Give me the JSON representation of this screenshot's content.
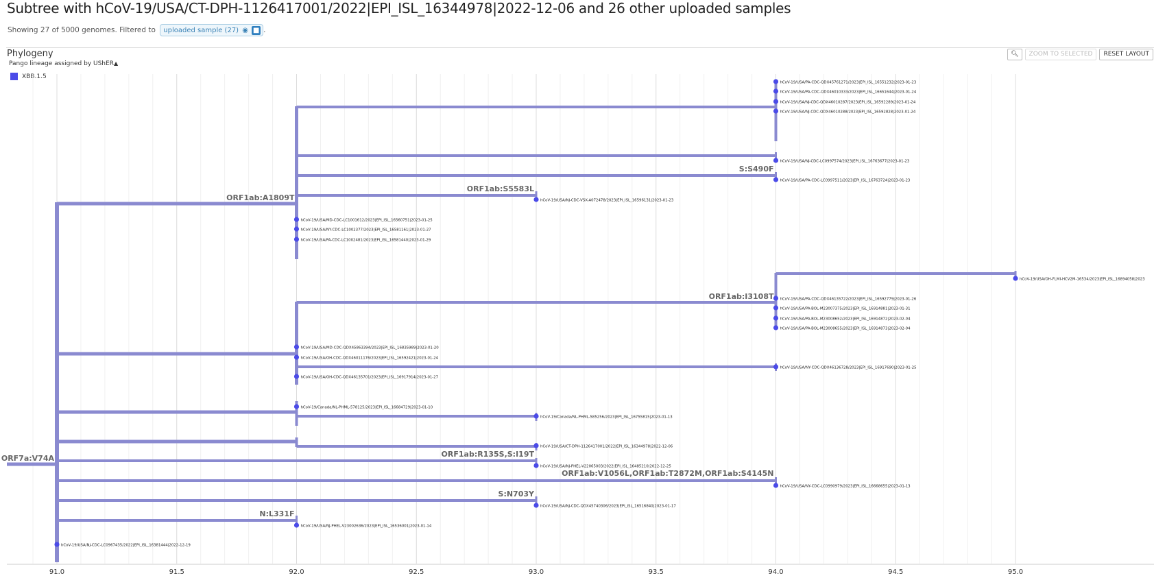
{
  "page": {
    "title": "Subtree with hCoV-19/USA/CT-DPH-1126417001/2022|EPI_ISL_16344978|2022-12-06 and 26 other uploaded samples",
    "showing_text": "Showing 27 of 5000 genomes. Filtered to",
    "filter_chip": "uploaded sample (27)",
    "period": "."
  },
  "panel": {
    "title": "Phylogeny",
    "zoom_button": "ZOOM TO SELECTED",
    "reset_button": "RESET LAYOUT"
  },
  "legend": {
    "title": "Pango lineage assigned by UShER",
    "items": [
      {
        "label": "XBB.1.5",
        "color": "#4b4be8"
      }
    ]
  },
  "colors": {
    "branch": "#8a8ad0",
    "node": "#4b4be8",
    "grid": "#e6e6e6"
  },
  "chart_data": {
    "type": "tree",
    "x_ticks": [
      "91.0",
      "91.5",
      "92.0",
      "92.5",
      "93.0",
      "93.5",
      "94.0",
      "94.5",
      "95.0"
    ],
    "xlim": [
      91.0,
      95.0
    ],
    "mutation_labels": [
      {
        "text": "ORF1ab:A1809T",
        "x": 92.0
      },
      {
        "text": "S:S490F",
        "x": 94.0
      },
      {
        "text": "ORF1ab:S5583L",
        "x": 93.0
      },
      {
        "text": "ORF1ab:I3108T",
        "x": 94.0
      },
      {
        "text": "ORF7a:V74A",
        "x": 91.0
      },
      {
        "text": "ORF1ab:R135S,S:I19T",
        "x": 93.0
      },
      {
        "text": "ORF1ab:V1056L,ORF1ab:T2872M,ORF1ab:S4145N",
        "x": 94.0
      },
      {
        "text": "S:N703Y",
        "x": 93.0
      },
      {
        "text": "N:L331F",
        "x": 92.0
      }
    ],
    "tips": [
      {
        "x": 94.0,
        "label": "hCoV-19/USA/PA-CDC-QDX45761271/2023|EPI_ISL_16551232|2023-01-23"
      },
      {
        "x": 94.0,
        "label": "hCoV-19/USA/PA-CDC-QDX46010333/2023|EPI_ISL_16651644|2023-01-24"
      },
      {
        "x": 94.0,
        "label": "hCoV-19/USA/NJ-CDC-QDX46010287/2023|EPI_ISL_16592289|2023-01-24"
      },
      {
        "x": 94.0,
        "label": "hCoV-19/USA/NJ-CDC-QDX46010288/2023|EPI_ISL_16592828|2023-01-24"
      },
      {
        "x": 94.0,
        "label": "hCoV-19/USA/NJ-CDC-LC0997574/2023|EPI_ISL_16763677|2023-01-23"
      },
      {
        "x": 94.0,
        "label": "hCoV-19/USA/PA-CDC-LC0997511/2023|EPI_ISL_16763724|2023-01-23"
      },
      {
        "x": 93.0,
        "label": "hCoV-19/USA/NJ-CDC-VSX-A072478/2023|EPI_ISL_16596131|2023-01-23"
      },
      {
        "x": 92.0,
        "label": "hCoV-19/USA/MD-CDC-LC1001612/2023|EPI_ISL_16560751|2023-01-25"
      },
      {
        "x": 92.0,
        "label": "hCoV-19/USA/NY-CDC-LC1002377/2023|EPI_ISL_16581161|2023-01-27"
      },
      {
        "x": 92.0,
        "label": "hCoV-19/USA/PA-CDC-LC1002481/2023|EPI_ISL_16581440|2023-01-29"
      },
      {
        "x": 95.0,
        "label": "hCoV-19/USA/OH-FLMI-HCV2M-16534/2023|EPI_ISL_16894058|2023"
      },
      {
        "x": 94.0,
        "label": "hCoV-19/USA/PA-CDC-QDX46135722/2023|EPI_ISL_16592779|2023-01-26"
      },
      {
        "x": 94.0,
        "label": "hCoV-19/USA/PA-BOL-M23007375/2023|EPI_ISL_16914881|2023-01-31"
      },
      {
        "x": 94.0,
        "label": "hCoV-19/USA/PA-BOL-M23008652/2023|EPI_ISL_16914872|2023-02-04"
      },
      {
        "x": 94.0,
        "label": "hCoV-19/USA/PA-BOL-M23008655/2023|EPI_ISL_16914873|2023-02-04"
      },
      {
        "x": 92.0,
        "label": "hCoV-19/USA/MD-CDC-QDX45863394/2023|EPI_ISL_16835989|2023-01-20"
      },
      {
        "x": 92.0,
        "label": "hCoV-19/USA/OH-CDC-QDX46011176/2023|EPI_ISL_16592421|2023-01-24"
      },
      {
        "x": 94.0,
        "label": "hCoV-19/USA/NY-CDC-QDX46136728/2023|EPI_ISL_16917690|2023-01-25"
      },
      {
        "x": 92.0,
        "label": "hCoV-19/USA/OH-CDC-QDX46135701/2023|EPI_ISL_16917914|2023-01-27"
      },
      {
        "x": 92.0,
        "label": "hCoV-19/Canada/NL-PHML-578125/2023|EPI_ISL_16684729|2023-01-10"
      },
      {
        "x": 93.0,
        "label": "hCoV-19/Canada/NL-PHML-585256/2023|EPI_ISL_16755815|2023-01-13"
      },
      {
        "x": 93.0,
        "label": "hCoV-19/USA/CT-DPH-1126417001/2022|EPI_ISL_16344978|2022-12-06"
      },
      {
        "x": 93.0,
        "label": "hCoV-19/USA/NJ-PHEL-V22065003/2022|EPI_ISL_16485210|2022-12-25"
      },
      {
        "x": 94.0,
        "label": "hCoV-19/USA/NY-CDC-LC0990979/2023|EPI_ISL_16668655|2023-01-13"
      },
      {
        "x": 93.0,
        "label": "hCoV-19/USA/NJ-CDC-QDX45740306/2023|EPI_ISL_16516840|2023-01-17"
      },
      {
        "x": 92.0,
        "label": "hCoV-19/USA/NJ-PHEL-V23002636/2023|EPI_ISL_16536001|2023-01-14"
      },
      {
        "x": 91.0,
        "label": "hCoV-19/USA/NJ-CDC-LC0967435/2022|EPI_ISL_16381444|2022-12-19"
      }
    ]
  }
}
